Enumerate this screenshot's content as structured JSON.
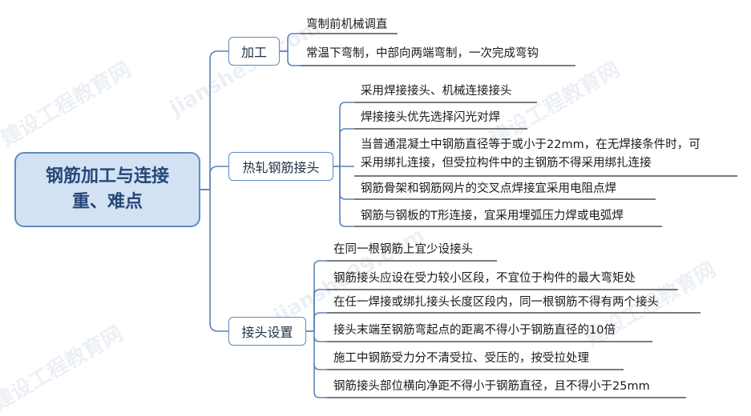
{
  "root": {
    "line1": "钢筋加工与连接",
    "line2": "重、难点"
  },
  "branches": [
    {
      "label": "加工",
      "items": [
        "弯制前机械调直",
        "常温下弯制，中部向两端弯制，一次完成弯钩"
      ]
    },
    {
      "label": "热轧钢筋接头",
      "items": [
        "采用焊接接头、机械连接接头",
        "焊接接头优先选择闪光对焊",
        "当普通混凝土中钢筋直径等于或小于22mm，在无焊接条件时，可",
        "采用绑扎连接，但受拉构件中的主钢筋不得采用绑扎连接",
        "钢筋骨架和钢筋网片的交叉点焊接宜采用电阻点焊",
        "钢筋与钢板的T形连接，宜采用埋弧压力焊或电弧焊"
      ]
    },
    {
      "label": "接头设置",
      "items": [
        "在同一根钢筋上宜少设接头",
        "钢筋接头应设在受力较小区段，不宜位于构件的最大弯矩处",
        "在任一焊接或绑扎接头长度区段内，同一根钢筋不得有两个接头",
        "接头末端至钢筋弯起点的距离不得小于钢筋直径的10倍",
        "施工中钢筋受力分不清受拉、受压的，按受拉处理",
        "钢筋接头部位横向净距不得小于钢筋直径，且不得小于25mm"
      ]
    }
  ],
  "watermark": {
    "cn": "建设工程教育网",
    "en": "jianshe99.com"
  },
  "colors": {
    "root_fill": "#d3e2f2",
    "border": "#5d8bc4",
    "connector": "#5b84b8"
  }
}
